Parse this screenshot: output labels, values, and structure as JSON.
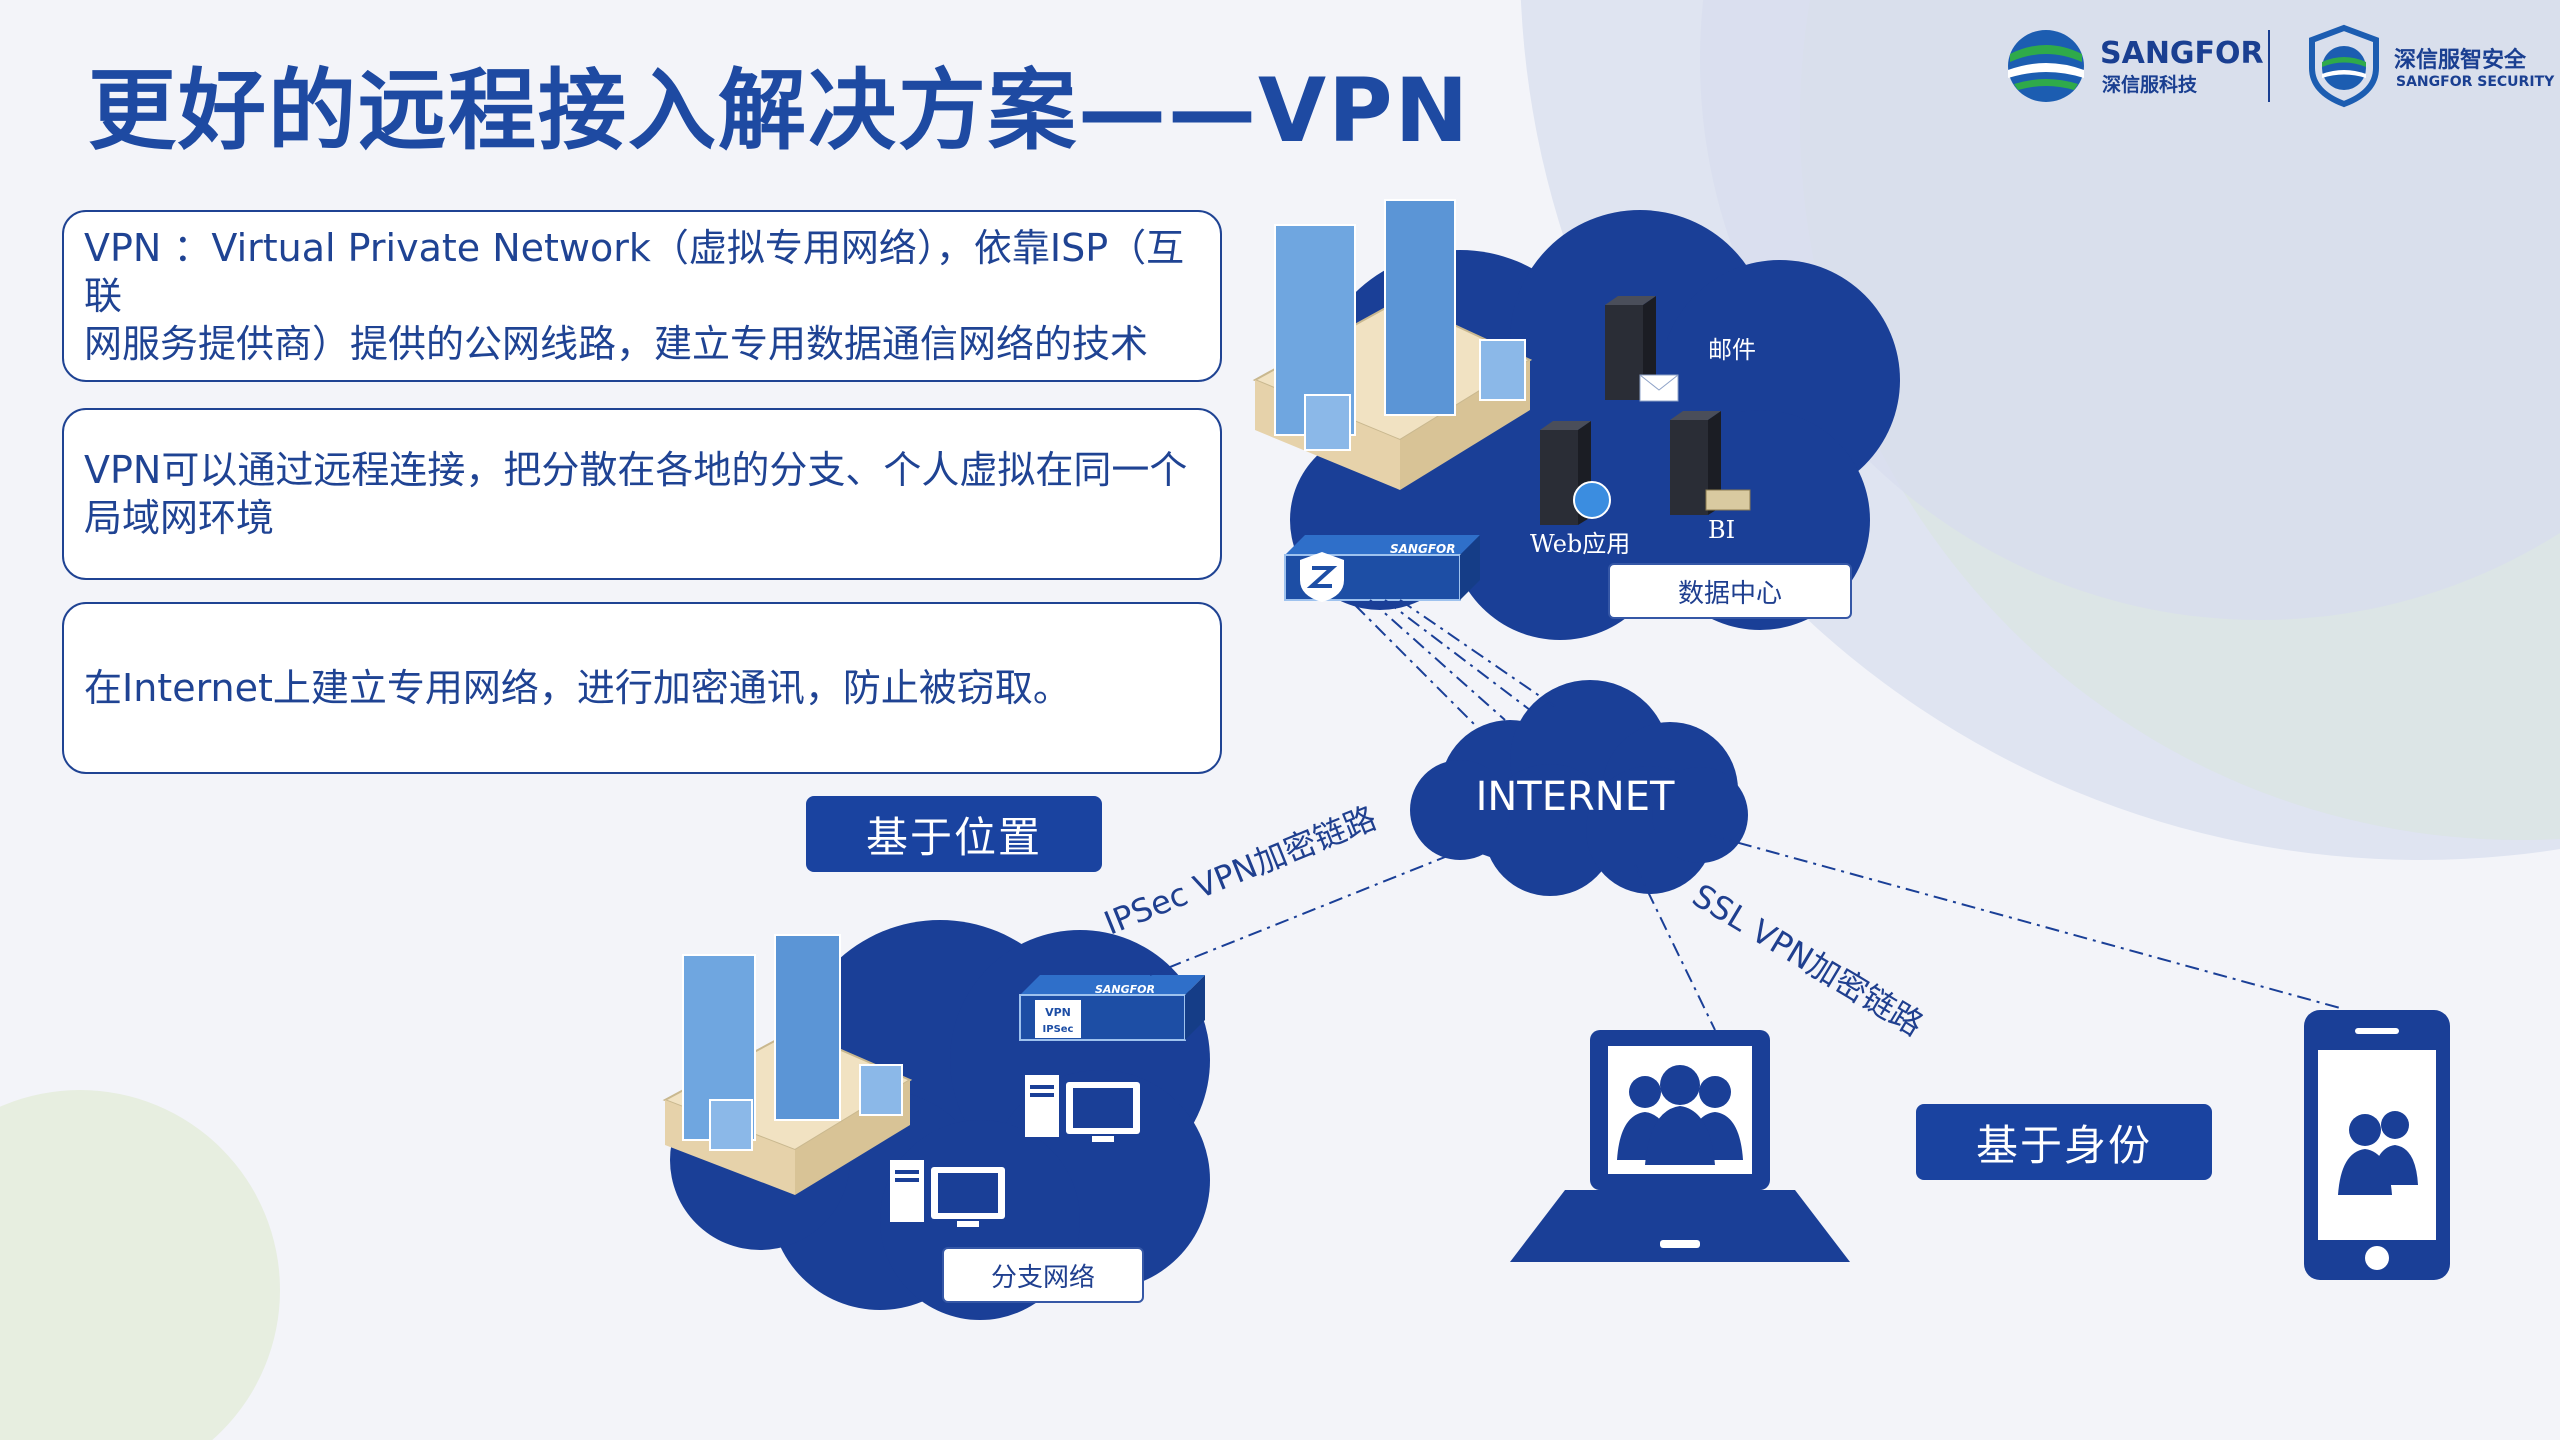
{
  "slide": {
    "title": "更好的远程接入解决方案——VPN"
  },
  "info_boxes": [
    {
      "lines": [
        "VPN ：Virtual Private Network（虚拟专用网络），依靠ISP（互联",
        "网服务提供商）提供的公网线路，建立专用数据通信网络的技术"
      ]
    },
    {
      "lines": [
        "VPN可以通过远程连接，把分散在各地的分支、个人虚拟在同一个",
        "局域网环境"
      ]
    },
    {
      "lines": [
        "在Internet上建立专用网络，进行加密通讯，防止被窃取。"
      ]
    }
  ],
  "tags": {
    "location": "基于位置",
    "identity": "基于身份"
  },
  "diagram": {
    "internet_label": "INTERNET",
    "datacenter_label": "数据中心",
    "branch_label": "分支网络",
    "server_mail": "邮件",
    "server_web": "Web应用",
    "server_bi": "BI",
    "device_brand": "SANGFOR",
    "device_vpn_top": "VPN",
    "device_vpn_bottom": "IPSec",
    "ipsec_link": "IPSec VPN加密链路",
    "ssl_link": "SSL VPN加密链路"
  },
  "logos": {
    "sangfor_en": "SANGFOR",
    "sangfor_cn": "深信服科技",
    "security_cn": "深信服智安全",
    "security_en": "SANGFOR SECURITY"
  },
  "colors": {
    "primary": "#1a43a0",
    "title": "#1e4aa2",
    "cloud": "#1a3f97",
    "logo_green": "#2faa4a",
    "logo_blue": "#1c5db1"
  }
}
